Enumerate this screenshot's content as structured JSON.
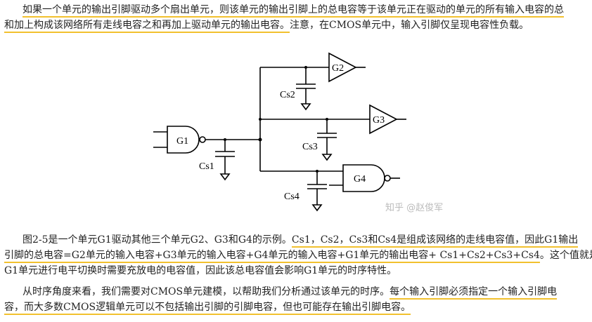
{
  "paragraph1": {
    "line1": "如果一个单元的输出引脚驱动多个扇出单元，则该单元的输出引脚上的总电容等于该单元正在驱动的单元的所有输入电容的总",
    "line2_hl": "和加上构成该网络所有走线电容之和再加上驱动单元的输出电容。",
    "line2_rest": "注意，在CMOS单元中，输入引脚仅呈现电容性负载。"
  },
  "figure": {
    "gates": {
      "g1": "G1",
      "g2": "G2",
      "g3": "G3",
      "g4": "G4"
    },
    "caps": {
      "cs1": "Cs1",
      "cs2": "Cs2",
      "cs3": "Cs3",
      "cs4": "Cs4"
    },
    "watermark": "知乎 @赵俊军"
  },
  "paragraph2": {
    "line1_plain": "图2-5是一个单元G1驱动其他三个单元G2、G3和G4的示例。",
    "line1_hl": "Cs1，Cs2，Cs3和Cs4是组成该网络的走线电容值，因此G1输出",
    "line2_hl": "引脚的总电容=G2单元的输入电容+G3单元的输入电容+G4单元的输入电容+G1单元的输出电容+ Cs1+Cs2+Cs3+Cs4",
    "line2_rest": "。这个值就是",
    "line3": "G1单元进行电平切换时需要充放电的电容值，因此该总电容值会影响G1单元的时序特性。"
  },
  "paragraph3": {
    "line1_plain": "从时序角度来看，我们需要对CMOS单元建模，以帮助我们分析通过该单元的时序。",
    "line1_hl": "每个输入引脚必须指定一个输入引脚电",
    "line2_hl": "容，而大多数CMOS逻辑单元可以不包括输出引脚的引脚电容，但也可能存在输出引脚电容。"
  }
}
